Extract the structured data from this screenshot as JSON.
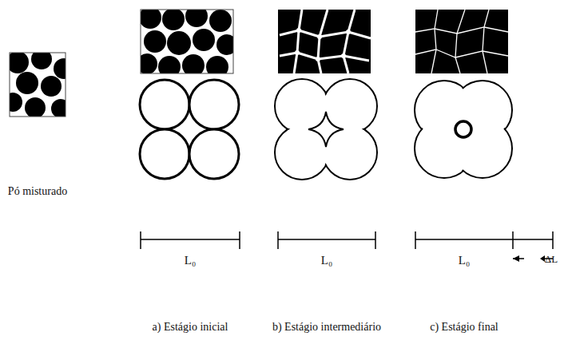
{
  "diagram": {
    "labels": [
      "Pó misturado",
      "L₀",
      "L₀",
      "L₀",
      "ΔL",
      "a) Estágio inicial",
      "b) Estágio intermediário",
      "c) Estágio final"
    ]
  }
}
